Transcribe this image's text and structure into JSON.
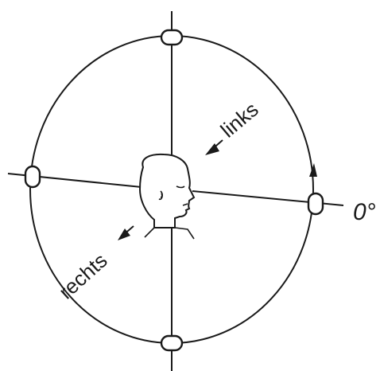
{
  "labels": {
    "left_direction": "links",
    "right_direction": "rechts",
    "zero_angle": "0°"
  },
  "colors": {
    "ink": "#1a1a1a",
    "background": "#ffffff"
  },
  "icons": {
    "head": "head-profile-icon",
    "direction_arrow": "arrow-icon",
    "speaker_marker": "speaker-marker-icon"
  }
}
